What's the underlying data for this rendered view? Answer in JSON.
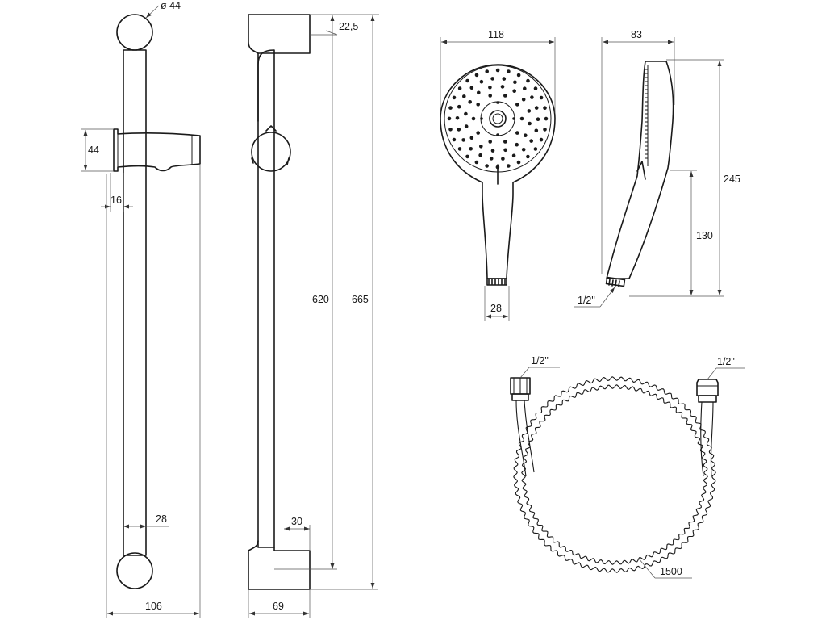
{
  "dimensions": {
    "rail_diameter": "ø 44",
    "slider_height": "44",
    "slider_offset": "16",
    "rail_bottom_width": "28",
    "rail_base_width": "106",
    "side_top_offset": "22,5",
    "side_rail_length": "620",
    "side_total_length": "665",
    "side_bracket_width": "30",
    "side_base_depth": "69",
    "head_front_width": "118",
    "head_connector_width": "28",
    "head_side_depth": "83",
    "head_total_length": "245",
    "handle_length": "130",
    "head_thread": "1/2\"",
    "hose_thread_left": "1/2\"",
    "hose_thread_right": "1/2\"",
    "hose_length": "1500"
  }
}
